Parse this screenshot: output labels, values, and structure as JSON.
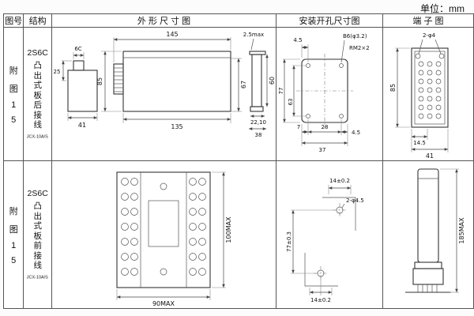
{
  "unit_label": "单位：mm",
  "headers": [
    "图号",
    "结构",
    "外 形 尺 寸 图",
    "安装开孔尺寸图",
    "端 子 图"
  ],
  "rows": [
    {
      "fig_chars": [
        "附",
        "图",
        "1",
        "5"
      ],
      "model": "2S6C",
      "structure_chars": [
        "凸",
        "出",
        "式",
        "板",
        "后",
        "接",
        "线"
      ],
      "sub_model": "JCX-10A/S",
      "outline": {
        "top_width": "145",
        "bottom_width": "135",
        "height": "85",
        "right_height": "67",
        "left_upper": "25",
        "left_width": "41",
        "left_tab": "6C",
        "flange_max": "2.5max",
        "side_height": "60",
        "side_bottom": "22,10",
        "side_total": "38"
      },
      "mounting": {
        "top_offset": "4.5",
        "hole_label": "B6(φ3.2)",
        "screw_label": "RM2×2",
        "height_total": "77",
        "height_inner": "63",
        "bottom_left": "7",
        "bottom_mid": "28",
        "bottom_total": "37",
        "right_offset": "4.5"
      },
      "terminal": {
        "hole_label": "2-φ4",
        "height": "85",
        "bottom_offset": "14.5",
        "bottom_width": "41"
      }
    },
    {
      "fig_chars": [
        "附",
        "图",
        "1",
        "5"
      ],
      "model": "2S6C",
      "structure_chars": [
        "凸",
        "出",
        "式",
        "板",
        "前",
        "接",
        "线"
      ],
      "sub_model": "JCX-10A/S",
      "outline": {
        "height": "100MAX",
        "width": "90MAX"
      },
      "mounting": {
        "top_offset": "14±0.2",
        "hole_label": "2-φ4.5",
        "height": "77±0.3",
        "bottom_offset": "14±0.2"
      },
      "terminal": {
        "height": "185MAX"
      }
    }
  ]
}
